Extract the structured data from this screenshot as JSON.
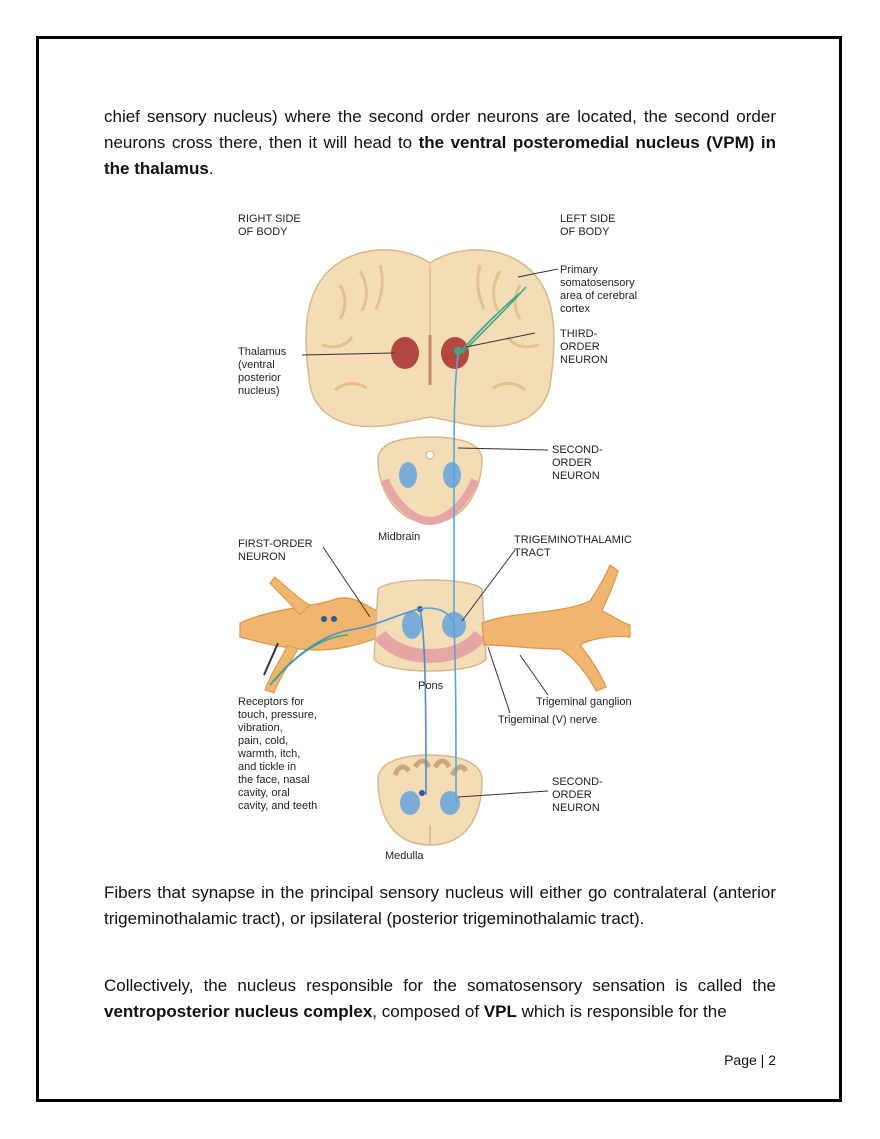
{
  "paragraph1": {
    "part1": "chief sensory nucleus) where the second order neurons are located, the second order neurons cross there, then it will head to ",
    "bold": "the ventral posteromedial nucleus (VPM) in the thalamus",
    "part2": "."
  },
  "figure": {
    "labels": {
      "right_side_1": "RIGHT SIDE",
      "right_side_2": "OF BODY",
      "left_side_1": "LEFT SIDE",
      "left_side_2": "OF BODY",
      "primary_1": "Primary",
      "primary_2": "somatosensory",
      "primary_3": "area of cerebral",
      "primary_4": "cortex",
      "third_1": "THIRD-",
      "third_2": "ORDER",
      "third_3": "NEURON",
      "thalamus_1": "Thalamus",
      "thalamus_2": "(ventral",
      "thalamus_3": "posterior",
      "thalamus_4": "nucleus)",
      "second_1": "SECOND-",
      "second_2": "ORDER",
      "second_3": "NEURON",
      "midbrain": "Midbrain",
      "first_1": "FIRST-ORDER",
      "first_2": "NEURON",
      "trig_1": "TRIGEMINOTHALAMIC",
      "trig_2": "TRACT",
      "pons": "Pons",
      "receptors_1": "Receptors for",
      "receptors_2": "touch, pressure,",
      "receptors_3": "vibration,",
      "receptors_4": "pain, cold,",
      "receptors_5": "warmth, itch,",
      "receptors_6": "and tickle in",
      "receptors_7": "the face, nasal",
      "receptors_8": "cavity, oral",
      "receptors_9": "cavity, and teeth",
      "ganglion": "Trigeminal ganglion",
      "nerve": "Trigeminal (V) nerve",
      "second_b_1": "SECOND-",
      "second_b_2": "ORDER",
      "second_b_3": "NEURON",
      "medulla": "Medulla"
    }
  },
  "paragraph2": "Fibers that synapse in the principal sensory nucleus will either go contralateral (anterior trigeminothalamic tract), or ipsilateral (posterior trigeminothalamic tract).",
  "paragraph3": {
    "part1": "Collectively, the nucleus responsible for the somatosensory sensation is called the ",
    "bold1": "ventroposterior nucleus complex",
    "part2": ", composed of ",
    "bold2": "VPL",
    "part3": " which is responsible for the"
  },
  "footer": {
    "page_label": "Page | 2"
  }
}
